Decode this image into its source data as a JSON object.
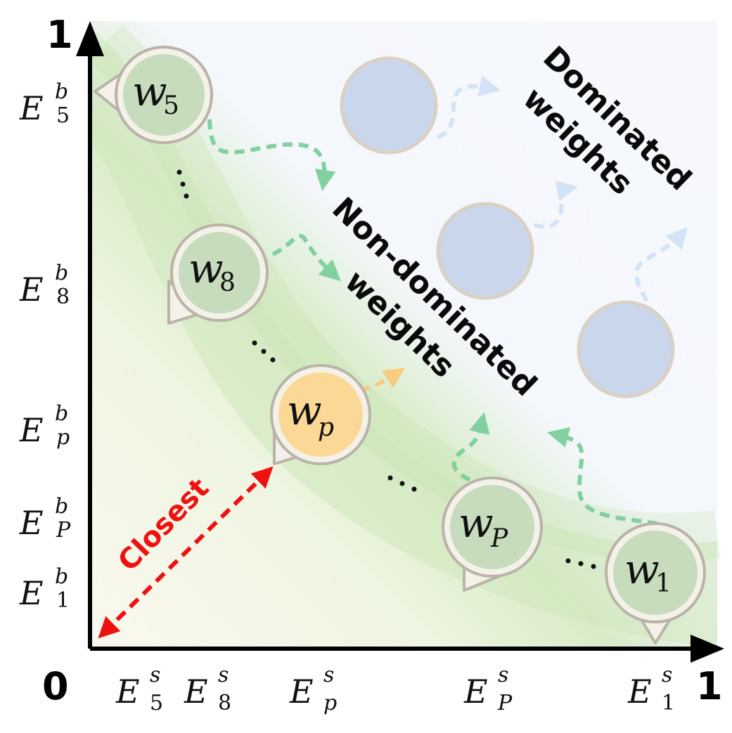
{
  "axes": {
    "origin_label": "0",
    "x_end_label": "1",
    "y_end_label": "1"
  },
  "y_tick_labels": [
    {
      "base": "E",
      "sup": "b",
      "sub": "5",
      "sub_italic": false
    },
    {
      "base": "E",
      "sup": "b",
      "sub": "8",
      "sub_italic": false
    },
    {
      "base": "E",
      "sup": "b",
      "sub": "p",
      "sub_italic": true
    },
    {
      "base": "E",
      "sup": "b",
      "sub": "P",
      "sub_italic": true
    },
    {
      "base": "E",
      "sup": "b",
      "sub": "1",
      "sub_italic": false
    }
  ],
  "x_tick_labels": [
    {
      "base": "E",
      "sup": "s",
      "sub": "5",
      "sub_italic": false
    },
    {
      "base": "E",
      "sup": "s",
      "sub": "8",
      "sub_italic": false
    },
    {
      "base": "E",
      "sup": "s",
      "sub": "p",
      "sub_italic": true
    },
    {
      "base": "E",
      "sup": "s",
      "sub": "P",
      "sub_italic": true
    },
    {
      "base": "E",
      "sup": "s",
      "sub": "1",
      "sub_italic": false
    }
  ],
  "weights": [
    {
      "base": "w",
      "sub": "5",
      "sub_italic": false,
      "kind": "non-dominated"
    },
    {
      "base": "w",
      "sub": "8",
      "sub_italic": false,
      "kind": "non-dominated"
    },
    {
      "base": "w",
      "sub": "p",
      "sub_italic": true,
      "kind": "selected"
    },
    {
      "base": "w",
      "sub": "P",
      "sub_italic": true,
      "kind": "non-dominated"
    },
    {
      "base": "w",
      "sub": "1",
      "sub_italic": false,
      "kind": "non-dominated"
    }
  ],
  "dominated_weights_count": 3,
  "annotations": {
    "non_dominated_line1": "Non-dominated",
    "non_dominated_line2": "weights",
    "dominated_line1": "Dominated",
    "dominated_line2": "weights",
    "closest": "Closest"
  },
  "colors": {
    "green_fill": "#c6dcbd",
    "green_arrow": "#82d0a0",
    "selected_fill": "#fbd896",
    "selected_arrow": "#f8cc80",
    "dominated_fill": "#c9d6ec",
    "dominated_arrow": "#d4e2f6",
    "closest_arrow": "#ee1111",
    "pin_ring": "#b9b3a8",
    "pin_body": "#f4f1e9"
  }
}
